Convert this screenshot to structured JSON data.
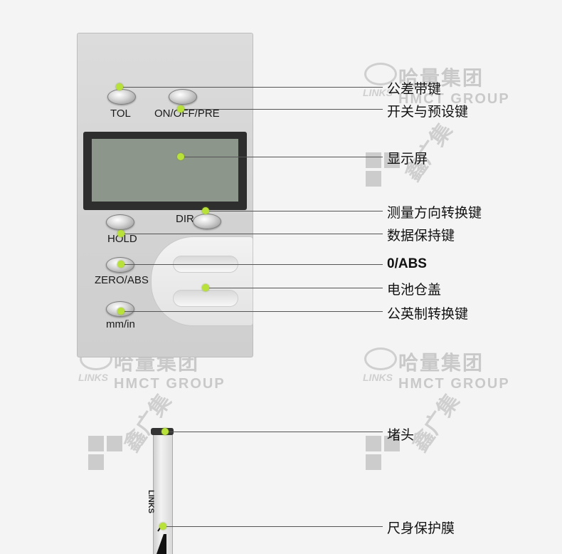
{
  "watermark": {
    "brand_cn": "哈量集团",
    "brand_en": "HMCT GROUP",
    "logo_text": "LINKS",
    "diagonal_cn": "鑫广集"
  },
  "device": {
    "buttons": {
      "tol": "TOL",
      "on_off_pre": "ON/OFF/PRE",
      "dir": "DIR",
      "hold": "HOLD",
      "zero_abs": "ZERO/ABS",
      "mm_in": "mm/in"
    }
  },
  "callouts": {
    "tolerance_key": "公差带键",
    "power_preset_key": "开关与预设键",
    "display": "显示屏",
    "direction_key": "测量方向转换键",
    "data_hold_key": "数据保持键",
    "zero_abs": "0/ABS",
    "battery_cover": "电池仓盖",
    "unit_key": "公英制转换键",
    "end_cap": "堵头",
    "ruler_film": "尺身保护膜"
  },
  "ruler": {
    "brand": "LINKS"
  },
  "colors": {
    "marker": "#b8e23a",
    "lcd": "#8d968b",
    "leader": "#555555"
  }
}
